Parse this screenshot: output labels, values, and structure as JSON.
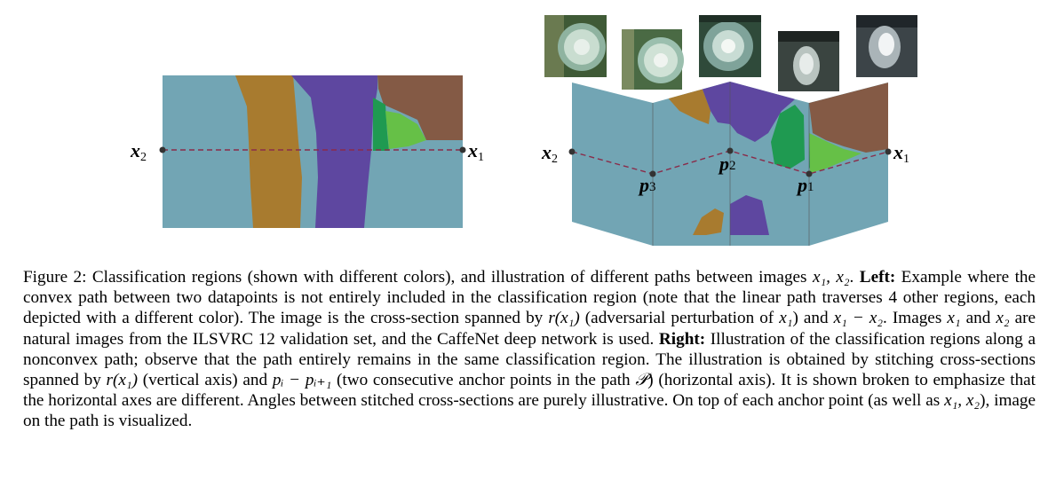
{
  "left_panel": {
    "label_x1": "x",
    "label_x1_sub": "1",
    "label_x2": "x",
    "label_x2_sub": "2",
    "region_colors": [
      "#72a5b4",
      "#a87b2f",
      "#5e47a0",
      "#845a45",
      "#1f9a51",
      "#66c047"
    ]
  },
  "right_panel": {
    "label_x1": "x",
    "label_x1_sub": "1",
    "label_x2": "x",
    "label_x2_sub": "2",
    "label_p1": "p",
    "label_p1_sub": "1",
    "label_p2": "p",
    "label_p2_sub": "2",
    "label_p3": "p",
    "label_p3_sub": "3",
    "thumbnails": [
      "rotary phone image 1",
      "rotary phone image 2",
      "rotary phone image 3",
      "rotary phone image 4",
      "rotary phone image 5"
    ]
  },
  "caption": {
    "figure_label": "Figure 2:",
    "s1": "Classification regions (shown with different colors), and illustration of different paths between images",
    "s1_math": "x₁, x₂",
    "left_label": "Left:",
    "s2": "Example where the convex path between two datapoints is not entirely included in the classification region (note that the linear path traverses 4 other regions, each depicted with a different color). The image is the cross-section spanned by",
    "s2_math1": "r(x₁)",
    "s3": "(adversarial perturbation of",
    "s3_math": "x₁",
    "s4": ") and",
    "s4_math": "x₁ − x₂",
    "s5": ". Images",
    "s5_m1": "x₁",
    "s5_and": "and",
    "s5_m2": "x₂",
    "s6": "are natural images from the ILSVRC 12 validation set, and the CaffeNet deep network is used.",
    "right_label": "Right:",
    "s7": "Illustration of the classification regions along a nonconvex path; observe that the path entirely remains in the same classification region. The illustration is obtained by stitching cross-sections spanned by",
    "s7_math": "r(x₁)",
    "s8": "(vertical axis) and",
    "s8_math": "pᵢ − pᵢ₊₁",
    "s9": "(two consecutive anchor points in the path",
    "s9_math": "𝒫",
    "s10": ") (horizontal axis). It is shown broken to emphasize that the horizontal axes are different. Angles between stitched cross-sections are purely illustrative. On top of each anchor point (as well as",
    "s10_math": "x₁, x₂",
    "s11": "), image on the path is visualized."
  }
}
